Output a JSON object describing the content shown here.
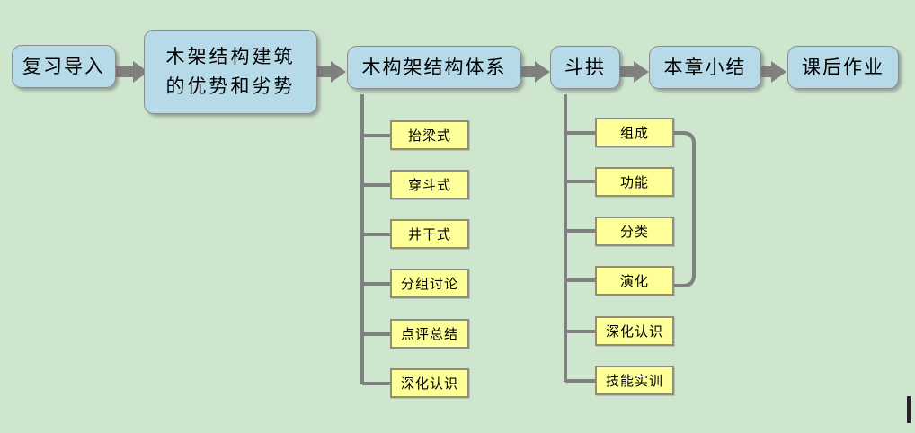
{
  "diagram": {
    "title": "木架结构建筑教学流程图",
    "type": "flowchart",
    "background_color": "#cde6cd",
    "main_node_fill": "#b7dae8",
    "main_node_border": "#8c8c8c",
    "sub_node_fill": "#ffff99",
    "sub_node_border": "#8f8f78",
    "connector_color": "#808080",
    "arrow_color": "#808080"
  },
  "main_flow": [
    {
      "id": "m1",
      "label": "复习导入"
    },
    {
      "id": "m2",
      "label": "木架结构建筑\n的优势和劣势",
      "line1": "木架结构建筑",
      "line2": "的优势和劣势"
    },
    {
      "id": "m3",
      "label": "木构架结构体系"
    },
    {
      "id": "m4",
      "label": "斗拱"
    },
    {
      "id": "m5",
      "label": "本章小结"
    },
    {
      "id": "m6",
      "label": "课后作业"
    }
  ],
  "branch_left": {
    "parent": "m3",
    "items": [
      {
        "label": "抬梁式"
      },
      {
        "label": "穿斗式"
      },
      {
        "label": "井干式"
      },
      {
        "label": "分组讨论"
      },
      {
        "label": "点评总结"
      },
      {
        "label": "深化认识"
      }
    ]
  },
  "branch_right": {
    "parent": "m4",
    "items": [
      {
        "label": "组成",
        "grouped": true
      },
      {
        "label": "功能",
        "grouped": true
      },
      {
        "label": "分类",
        "grouped": true
      },
      {
        "label": "演化",
        "grouped": true
      },
      {
        "label": "深化认识",
        "grouped": false
      },
      {
        "label": "技能实训",
        "grouped": false
      }
    ],
    "group_bracket": {
      "from": "组成",
      "to": "演化"
    }
  }
}
